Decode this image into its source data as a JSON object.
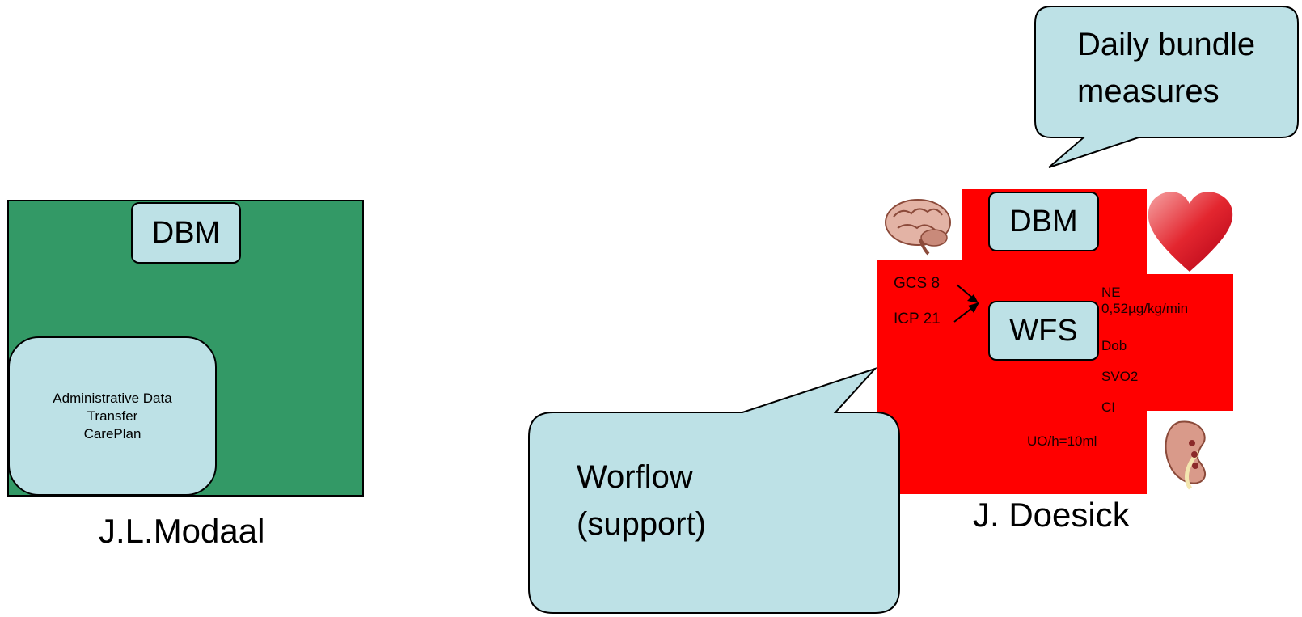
{
  "left_panel": {
    "dbm_label": "DBM",
    "box_lines": [
      "Administrative Data",
      "Transfer",
      "CarePlan"
    ],
    "caption": "J.L.Modaal",
    "color": "#339966"
  },
  "right_panel": {
    "dbm_label": "DBM",
    "wfs_label": "WFS",
    "left_values": [
      "GCS 8",
      "ICP 21"
    ],
    "right_values": [
      "NE",
      "0,52µg/kg/min",
      "Dob",
      "SVO2",
      "CI"
    ],
    "urine_output": "UO/h=10ml",
    "caption": "J. Doesick",
    "color": "#ff0000",
    "icons": [
      "brain-icon",
      "heart-icon",
      "kidney-icon"
    ]
  },
  "callouts": {
    "daily_bundle": "Daily bundle measures",
    "workflow_lines": [
      "Worflow",
      "(support)"
    ],
    "fill": "#bde1e6"
  }
}
